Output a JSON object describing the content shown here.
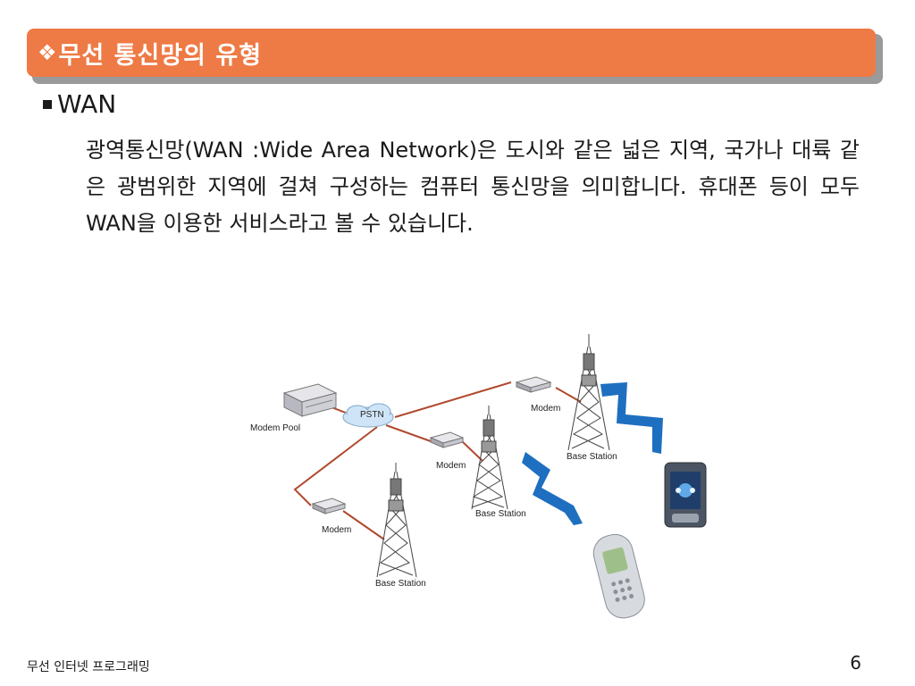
{
  "slide": {
    "title_glyph": "❖",
    "title": "무선 통신망의 유형",
    "bullet": "WAN",
    "paragraph": " 광역통신망(WAN :Wide Area Network)은 도시와 같은 넓은 지역, 국가나 대륙 같은 광범위한 지역에 걸쳐 구성하는 컴퓨터 통신망을 의미합니다. 휴대폰 등이 모두 WAN을 이용한 서비스라고 볼 수 있습니다.",
    "footer": "무선 인터넷 프로그래밍",
    "page_number": "6"
  },
  "diagram": {
    "labels": {
      "modem_pool": "Modem Pool",
      "pstn": "PSTN",
      "modem_center": "Modem",
      "modem_top": "Modem",
      "modem_left": "Modem",
      "base_station_left": "Base Station",
      "base_station_center": "Base Station",
      "base_station_right": "Base Station"
    }
  },
  "colors": {
    "title_bar": "#ee7a45",
    "title_shadow": "#9a9a9a",
    "network_link": "#b04a2e",
    "wireless_bolt": "#1e6fc0"
  }
}
